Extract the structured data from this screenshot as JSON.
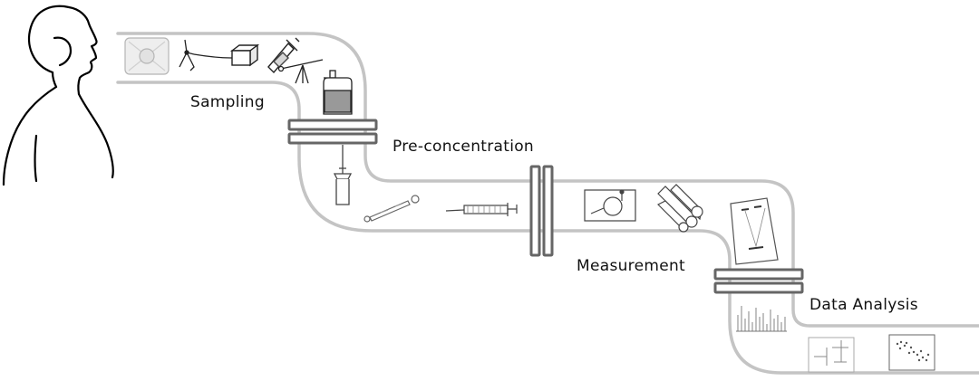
{
  "diagram": {
    "stages": [
      {
        "key": "sampling",
        "label": "Sampling"
      },
      {
        "key": "preconcentration",
        "label": "Pre-concentration"
      },
      {
        "key": "measurement",
        "label": "Measurement"
      },
      {
        "key": "data_analysis",
        "label": "Data Analysis"
      }
    ],
    "connector_count": 3,
    "pipe_color": "#c4c4c4",
    "connector_color": "#666666",
    "line_color": "#000000"
  }
}
